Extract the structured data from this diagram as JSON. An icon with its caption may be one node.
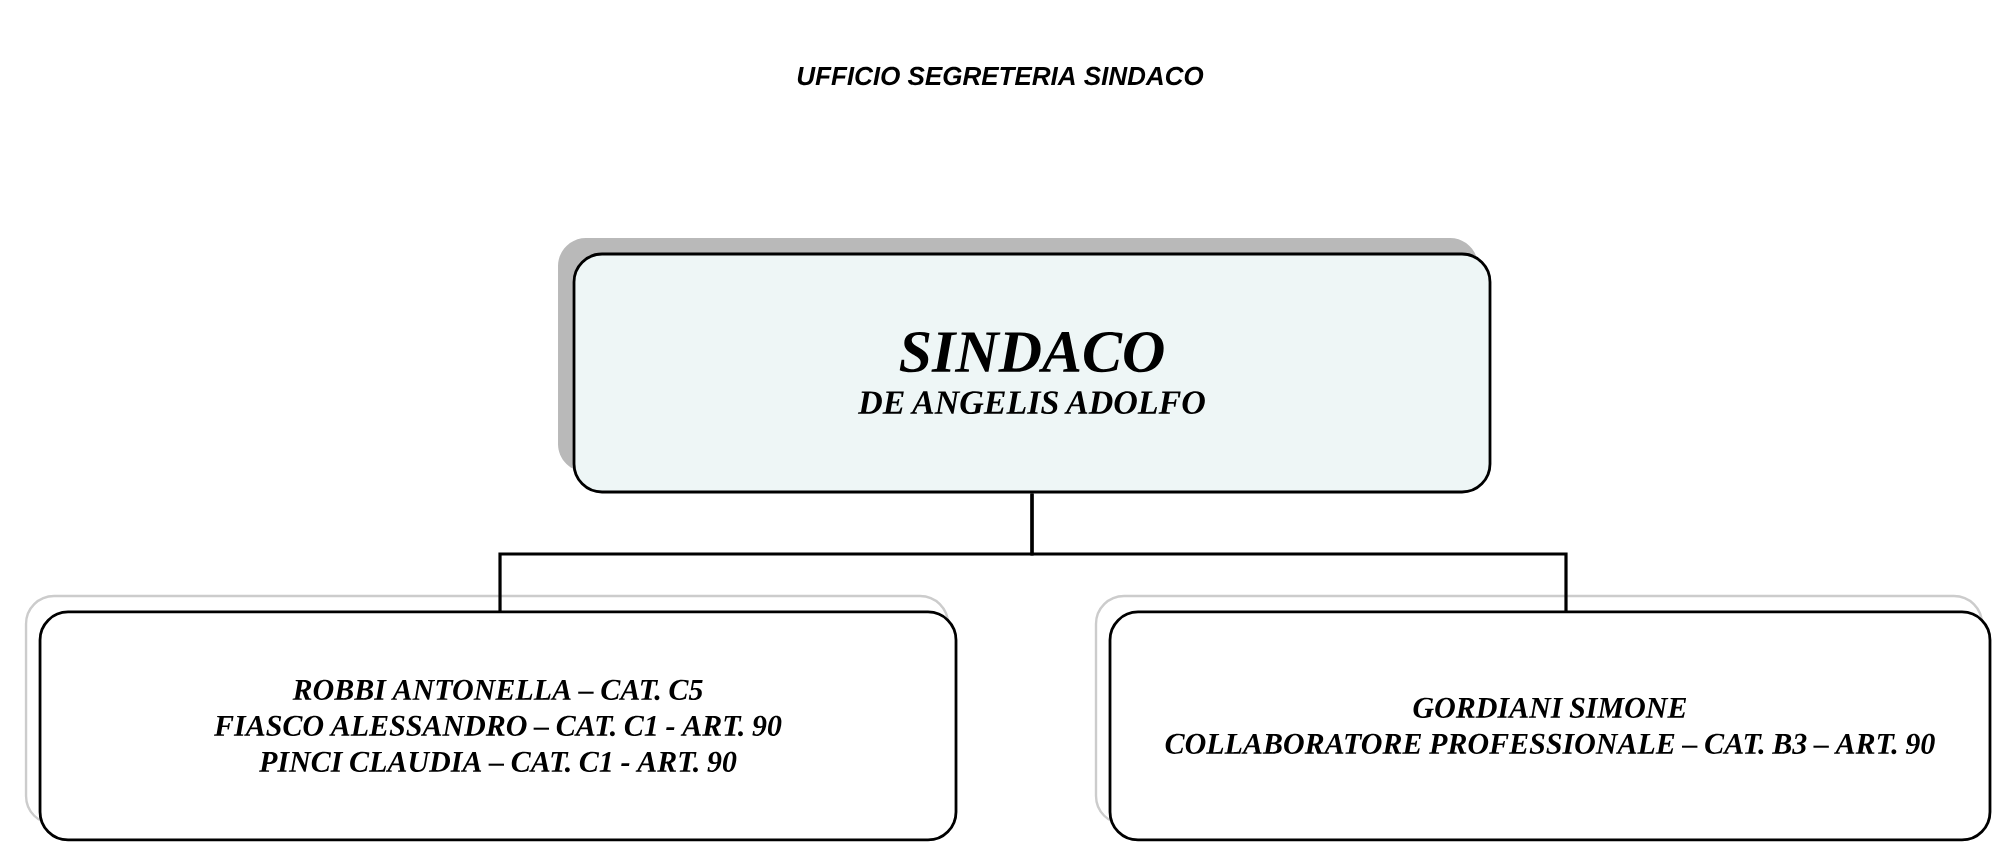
{
  "diagram": {
    "title": "UFFICIO SEGRETERIA SINDACO",
    "nodes": [
      {
        "text": [
          "SINDACO",
          "DE ANGELIS ADOLFO"
        ]
      },
      {
        "text": [
          "ROBBI ANTONELLA – CAT. C5",
          "FIASCO ALESSANDRO – CAT. C1 - ART. 90",
          "PINCI CLAUDIA – CAT. C1 - ART. 90"
        ]
      },
      {
        "text": [
          "GORDIANI SIMONE",
          "COLLABORATORE PROFESSIONALE – CAT. B3 – ART. 90"
        ]
      }
    ],
    "edges": [
      {
        "from": 0,
        "to": 1,
        "arrow": "none"
      },
      {
        "from": 0,
        "to": 2,
        "arrow": "none"
      }
    ]
  }
}
